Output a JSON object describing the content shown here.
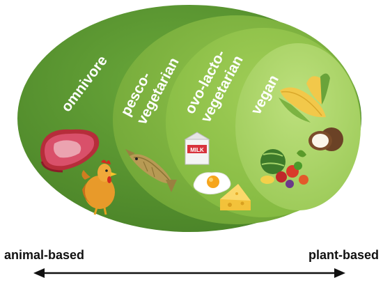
{
  "colors": {
    "omnivore": "#4f8a2c",
    "pescovegetarian": "#77ab3b",
    "ovolacto": "#8cc043",
    "vegan": "#a5cf60",
    "arrow": "#111111"
  },
  "categories": {
    "omnivore": "omnivore",
    "pesco": [
      "pesco-",
      "vegetarian"
    ],
    "ovolacto": [
      "ovo-lacto-",
      "vegetarian"
    ],
    "vegan": "vegan"
  },
  "food_items": {
    "milk_carton_text": "MILK"
  },
  "icons": [
    "meat-icon",
    "chicken-icon",
    "fish-icon",
    "milk-carton-icon",
    "egg-icon",
    "cheese-icon",
    "corn-icon",
    "coconut-icon",
    "vegetables-icon"
  ],
  "axis": {
    "left": "animal-based",
    "right": "plant-based"
  }
}
